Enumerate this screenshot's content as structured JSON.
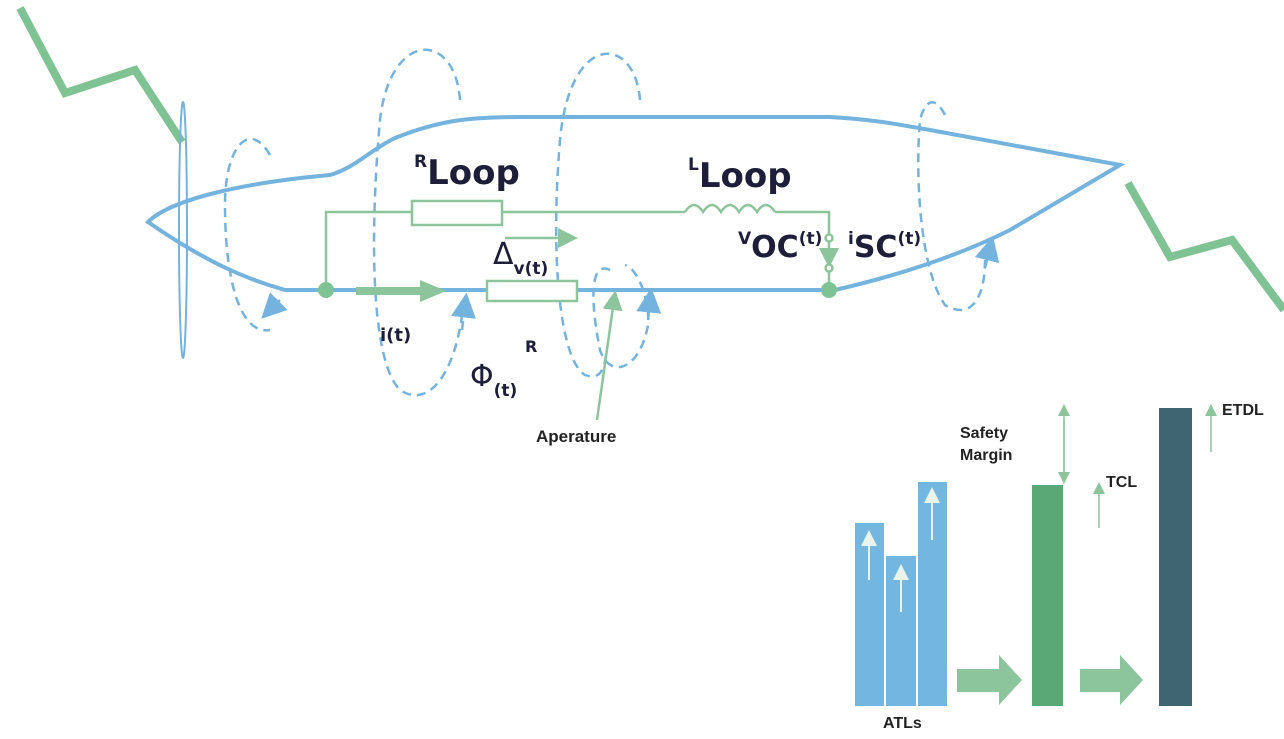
{
  "diagram": {
    "labels": {
      "r_loop_sup": "R",
      "r_loop_main": "Loop",
      "l_loop_sup": "L",
      "l_loop_main": "Loop",
      "delta_symbol": "Δ",
      "delta_sub": "v(t)",
      "voc_sup": "V",
      "voc_main": "OC",
      "voc_t": "(t)",
      "isc_sup": "i",
      "isc_main": "SC",
      "isc_t": "(t)",
      "current": "i(t)",
      "resistor": "R",
      "flux_symbol": "Φ",
      "flux_sub": "(t)",
      "aperture": "Aperature"
    },
    "levels": {
      "safety_margin": "Safety\nMargin",
      "tcl": "TCL",
      "etdl": "ETDL",
      "atls": "ATLs"
    },
    "colors": {
      "fuselage": "#74b3dd",
      "circuit": "#8cc49b",
      "lightning": "#7fc294",
      "atl_bar": "#73b7e0",
      "tcl_bar": "#5ba877",
      "etdl_bar": "#3f6670",
      "flow_arrow": "#8cc49b",
      "text": "#1e1e3a"
    }
  }
}
